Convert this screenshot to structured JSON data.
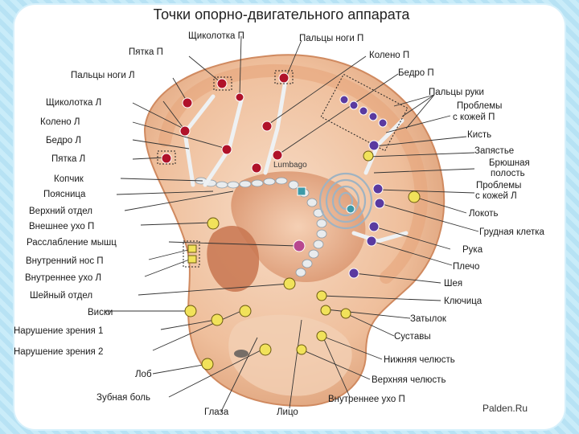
{
  "title": "Точки опорно-двигательного аппарата",
  "watermark": "Palden.Ru",
  "ear_label": "Lumbago",
  "colors": {
    "skin": "#f3c9a8",
    "skin_dark": "#d88d62",
    "red_point": "#b0122a",
    "purple_point": "#5a3aa0",
    "yellow_point": "#f1e25a",
    "teal_point": "#3d9aa8",
    "magenta_point": "#b8478f",
    "line": "#333333"
  },
  "labels": [
    {
      "id": "ankle-r",
      "text": "Щиколотка П"
    },
    {
      "id": "toes-r",
      "text": "Пальцы ноги П"
    },
    {
      "id": "heel-r",
      "text": "Пятка П"
    },
    {
      "id": "knee-r",
      "text": "Колено П"
    },
    {
      "id": "toes-l",
      "text": "Пальцы ноги Л"
    },
    {
      "id": "hip-r",
      "text": "Бедро П"
    },
    {
      "id": "fingers",
      "text": "Пальцы руки"
    },
    {
      "id": "ankle-l",
      "text": "Щиколотка Л"
    },
    {
      "id": "skin-r-1",
      "text": "Проблемы"
    },
    {
      "id": "skin-r-2",
      "text": "с кожей П"
    },
    {
      "id": "knee-l",
      "text": "Колено Л"
    },
    {
      "id": "hand",
      "text": "Кисть"
    },
    {
      "id": "hip-l",
      "text": "Бедро Л"
    },
    {
      "id": "wrist",
      "text": "Запястье"
    },
    {
      "id": "heel-l",
      "text": "Пятка Л"
    },
    {
      "id": "abdomen-1",
      "text": "Брюшная"
    },
    {
      "id": "abdomen-2",
      "text": "полость"
    },
    {
      "id": "coccyx",
      "text": "Копчик"
    },
    {
      "id": "skin-l-1",
      "text": "Проблемы"
    },
    {
      "id": "lumbar",
      "text": "Поясница"
    },
    {
      "id": "skin-l-2",
      "text": "с кожей Л"
    },
    {
      "id": "upper-dept",
      "text": "Верхний отдел"
    },
    {
      "id": "elbow",
      "text": "Локоть"
    },
    {
      "id": "outer-ear-r",
      "text": "Внешнее ухо П"
    },
    {
      "id": "chest",
      "text": "Грудная клетка"
    },
    {
      "id": "muscle-relax",
      "text": "Расслабление мышц"
    },
    {
      "id": "arm",
      "text": "Рука"
    },
    {
      "id": "inner-nose-r",
      "text": "Внутренний нос П"
    },
    {
      "id": "shoulder",
      "text": "Плечо"
    },
    {
      "id": "inner-ear-l",
      "text": "Внутреннее ухо Л"
    },
    {
      "id": "neck",
      "text": "Шея"
    },
    {
      "id": "cervical",
      "text": "Шейный отдел"
    },
    {
      "id": "clavicle",
      "text": "Ключица"
    },
    {
      "id": "temples",
      "text": "Виски"
    },
    {
      "id": "occiput",
      "text": "Затылок"
    },
    {
      "id": "vision-1",
      "text": "Нарушение зрения 1"
    },
    {
      "id": "joints",
      "text": "Суставы"
    },
    {
      "id": "vision-2",
      "text": "Нарушение зрения 2"
    },
    {
      "id": "lower-jaw",
      "text": "Нижняя челюсть"
    },
    {
      "id": "forehead",
      "text": "Лоб"
    },
    {
      "id": "upper-jaw",
      "text": "Верхняя челюсть"
    },
    {
      "id": "toothache",
      "text": "Зубная боль"
    },
    {
      "id": "inner-ear-r",
      "text": "Внутреннее ухо П"
    },
    {
      "id": "eyes",
      "text": "Глаза"
    },
    {
      "id": "face",
      "text": "Лицо"
    }
  ]
}
